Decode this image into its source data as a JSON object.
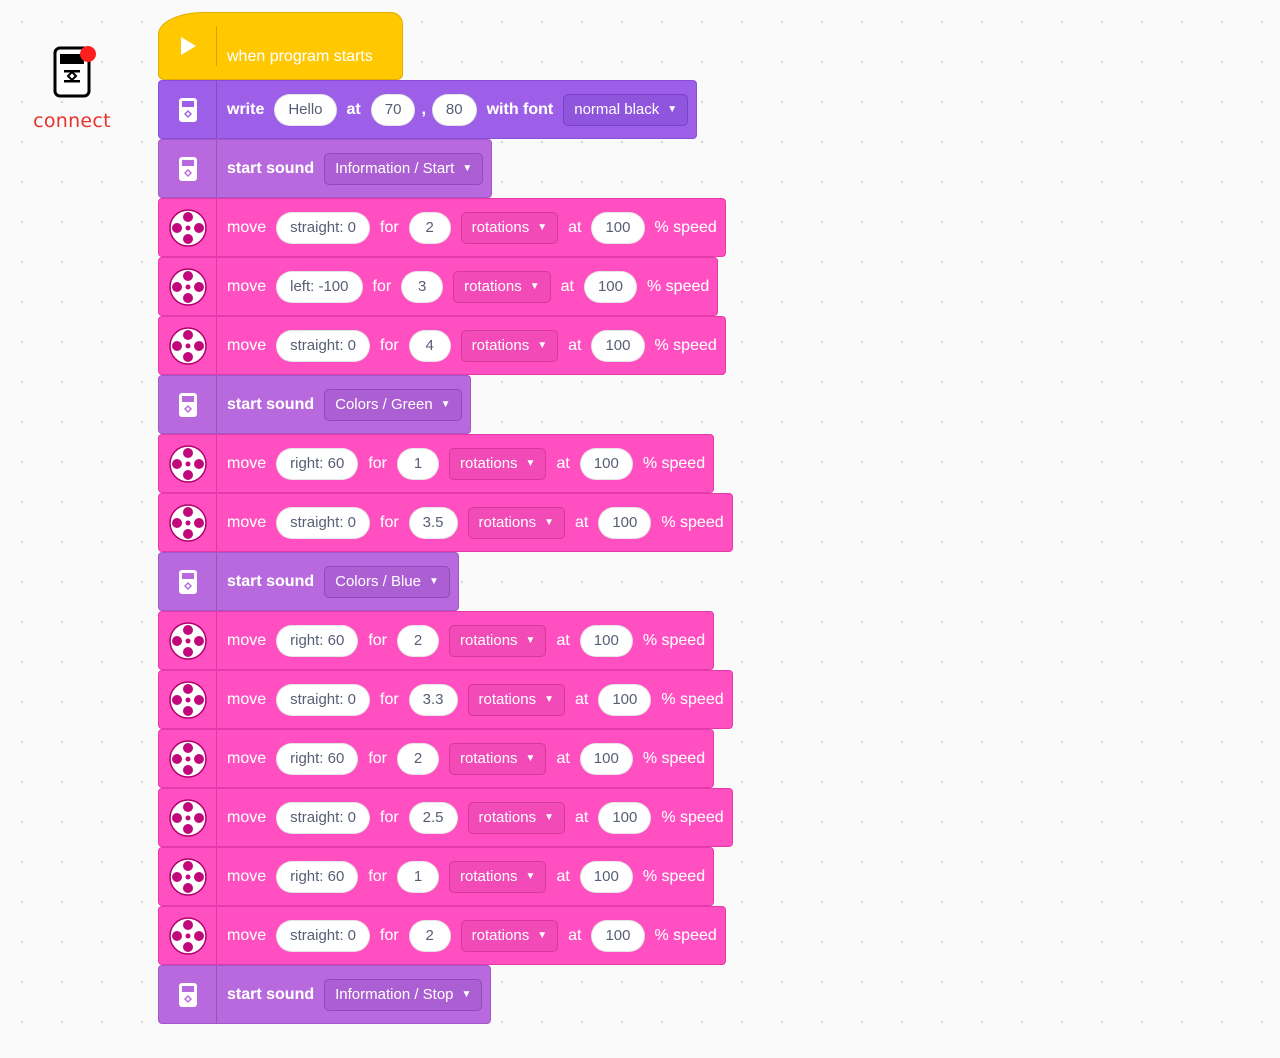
{
  "connect": {
    "label": "connect",
    "icon": "hub-icon",
    "status_color": "#ff1f1f"
  },
  "hat": {
    "label": "when program starts",
    "icon": "play-icon",
    "color": "#ffc800"
  },
  "text": {
    "write": "write",
    "at": "at",
    "comma": ",",
    "with_font": "with font",
    "start_sound": "start sound",
    "move": "move",
    "for": "for",
    "speed": "% speed"
  },
  "colors": {
    "display": "#9d5fe8",
    "sound": "#b769dd",
    "motor": "#ff4fc1"
  },
  "blocks": [
    {
      "type": "display",
      "text": "Hello",
      "x": "70",
      "y": "80",
      "font": "normal black"
    },
    {
      "type": "sound",
      "sound": "Information / Start"
    },
    {
      "type": "motor",
      "steer": "straight: 0",
      "amount": "2",
      "unit": "rotations",
      "speed": "100"
    },
    {
      "type": "motor",
      "steer": "left: -100",
      "amount": "3",
      "unit": "rotations",
      "speed": "100"
    },
    {
      "type": "motor",
      "steer": "straight: 0",
      "amount": "4",
      "unit": "rotations",
      "speed": "100"
    },
    {
      "type": "sound",
      "sound": "Colors / Green"
    },
    {
      "type": "motor",
      "steer": "right: 60",
      "amount": "1",
      "unit": "rotations",
      "speed": "100"
    },
    {
      "type": "motor",
      "steer": "straight: 0",
      "amount": "3.5",
      "unit": "rotations",
      "speed": "100"
    },
    {
      "type": "sound",
      "sound": "Colors / Blue"
    },
    {
      "type": "motor",
      "steer": "right: 60",
      "amount": "2",
      "unit": "rotations",
      "speed": "100"
    },
    {
      "type": "motor",
      "steer": "straight: 0",
      "amount": "3.3",
      "unit": "rotations",
      "speed": "100"
    },
    {
      "type": "motor",
      "steer": "right: 60",
      "amount": "2",
      "unit": "rotations",
      "speed": "100"
    },
    {
      "type": "motor",
      "steer": "straight: 0",
      "amount": "2.5",
      "unit": "rotations",
      "speed": "100"
    },
    {
      "type": "motor",
      "steer": "right: 60",
      "amount": "1",
      "unit": "rotations",
      "speed": "100"
    },
    {
      "type": "motor",
      "steer": "straight: 0",
      "amount": "2",
      "unit": "rotations",
      "speed": "100"
    },
    {
      "type": "sound",
      "sound": "Information / Stop"
    }
  ]
}
